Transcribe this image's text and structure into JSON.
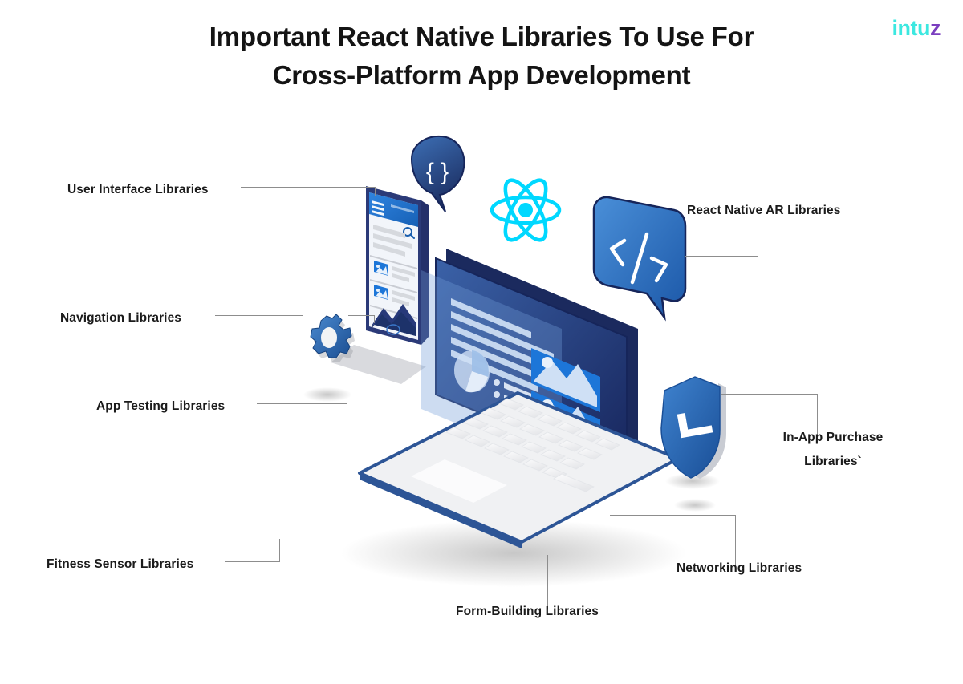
{
  "header": {
    "title_line1": "Important React Native Libraries To Use For",
    "title_line2": "Cross-Platform App Development",
    "logo_main": "intu",
    "logo_accent": "z"
  },
  "labels": {
    "user_interface": "User Interface Libraries",
    "navigation": "Navigation Libraries",
    "app_testing": "App Testing Libraries",
    "fitness_sensor": "Fitness Sensor Libraries",
    "react_native_ar": "React Native AR Libraries",
    "in_app_purchase_l1": "In-App Purchase",
    "in_app_purchase_l2": "Libraries`",
    "networking": "Networking Libraries",
    "form_building": "Form-Building Libraries"
  },
  "illustration": {
    "react_logo": "react-atom-logo",
    "code_bubble": "</>",
    "braces_bubble": "{}",
    "shield": "shield-check",
    "gear": "settings-gear",
    "phone": "smartphone-ui-mockup",
    "laptop": "laptop-dashboard"
  },
  "colors": {
    "accent_cyan": "#00d8ff",
    "brand_cyan": "#3ce8e0",
    "brand_purple": "#7b3fbf",
    "blue_primary": "#1d76d8",
    "blue_dark": "#1c2f63",
    "navy": "#16255a",
    "line_gray": "#8d8d8d",
    "text": "#1b1b1b"
  }
}
